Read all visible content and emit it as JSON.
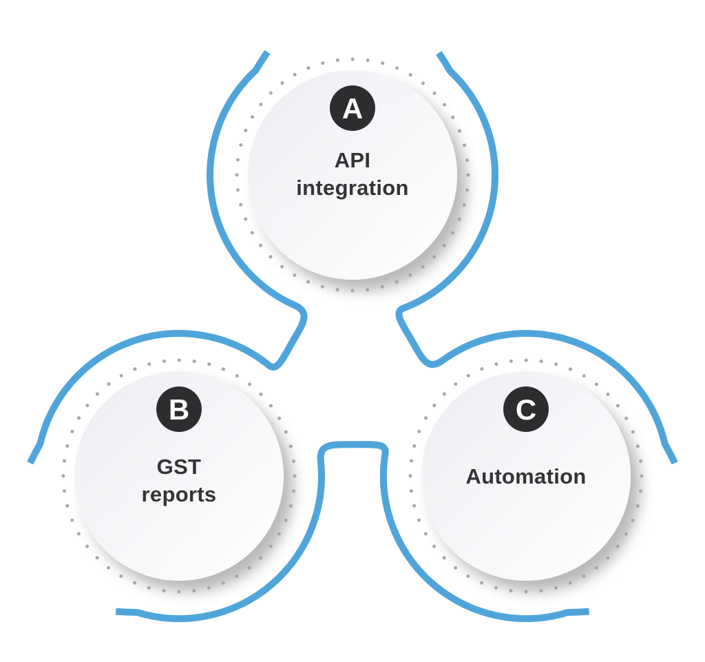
{
  "diagram": {
    "background_color": "#ffffff",
    "ribbon_color": "#4FA5DA",
    "dot_color": "#a6a6a6",
    "badge_color": "#2d2d30",
    "badge_letter_color": "#ffffff",
    "label_color": "#333436",
    "nodes": [
      {
        "letter": "A",
        "label_line1": "API",
        "label_line2": "integration"
      },
      {
        "letter": "B",
        "label_line1": "GST",
        "label_line2": "reports"
      },
      {
        "letter": "C",
        "label_line1": "Automation",
        "label_line2": ""
      }
    ]
  }
}
